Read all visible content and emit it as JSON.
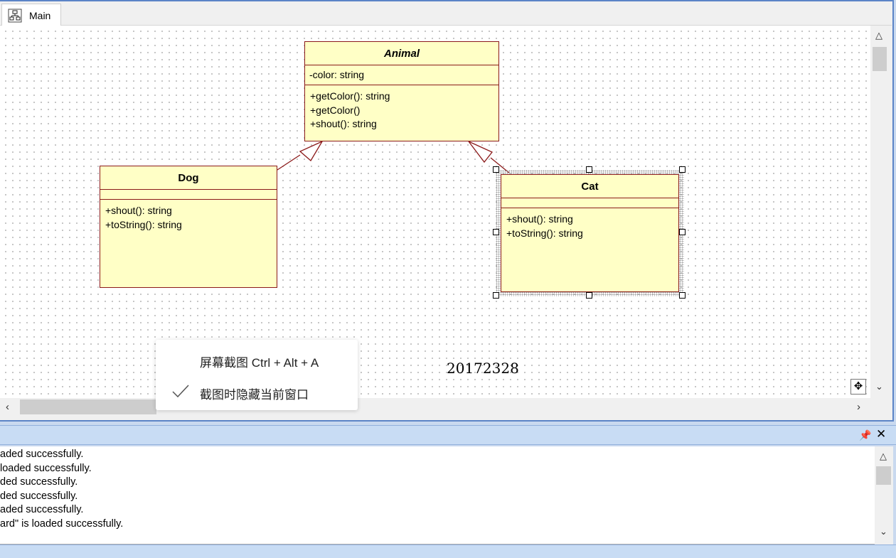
{
  "tabs": [
    {
      "label": "Main",
      "icon": "diagram-icon"
    }
  ],
  "diagram": {
    "classes": {
      "animal": {
        "name": "Animal",
        "abstract": true,
        "attributes": [
          "-color: string"
        ],
        "operations": [
          "+getColor(): string",
          "+getColor()",
          "+shout(): string"
        ]
      },
      "dog": {
        "name": "Dog",
        "attributes": [],
        "operations": [
          "+shout(): string",
          "+toString(): string"
        ]
      },
      "cat": {
        "name": "Cat",
        "attributes": [],
        "operations": [
          "+shout(): string",
          "+toString(): string"
        ],
        "selected": true
      }
    },
    "relations": [
      {
        "type": "generalization",
        "from": "Dog",
        "to": "Animal"
      },
      {
        "type": "generalization",
        "from": "Cat",
        "to": "Animal"
      }
    ],
    "id_label": "20172328"
  },
  "context_menu": {
    "items": [
      {
        "label": "屏幕截图 Ctrl + Alt + A",
        "checked": false
      },
      {
        "label": "截图时隐藏当前窗口",
        "checked": true
      }
    ]
  },
  "output_panel": {
    "lines": [
      "aded successfully.",
      " loaded successfully.",
      "ded successfully.",
      "ded successfully.",
      "aded successfully.",
      "ard\" is loaded successfully."
    ]
  },
  "colors": {
    "class_fill": "#ffffc6",
    "class_border": "#8b1a1a",
    "panel_header": "#c8dcf4",
    "frame_border": "#5b84c7"
  }
}
